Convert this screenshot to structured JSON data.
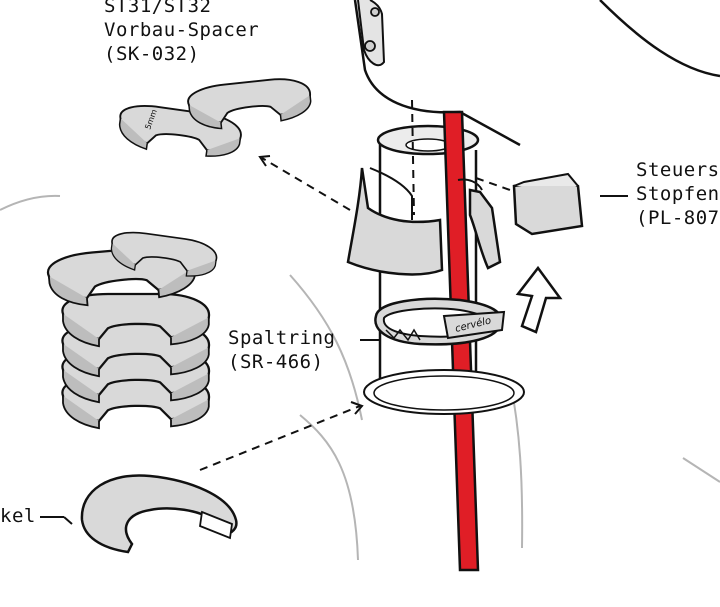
{
  "labels": {
    "spacer": {
      "line1": "ST31/ST32",
      "line2": "Vorbau-Spacer",
      "line3": "(SK-032)"
    },
    "steuer": {
      "line1": "Steuers",
      "line2": "Stopfen",
      "line3": "(PL-807"
    },
    "spaltring": {
      "line1": "Spaltring",
      "line2": "(SR-466)"
    },
    "deckel": {
      "line1": "kel"
    }
  },
  "spacer_mark": "5mm",
  "ring_brand": "cervélo",
  "colors": {
    "red_tube": "#e01e26",
    "part_fill": "#d9d9d9",
    "outline": "#111111",
    "frame_line": "#b5b5b5"
  }
}
